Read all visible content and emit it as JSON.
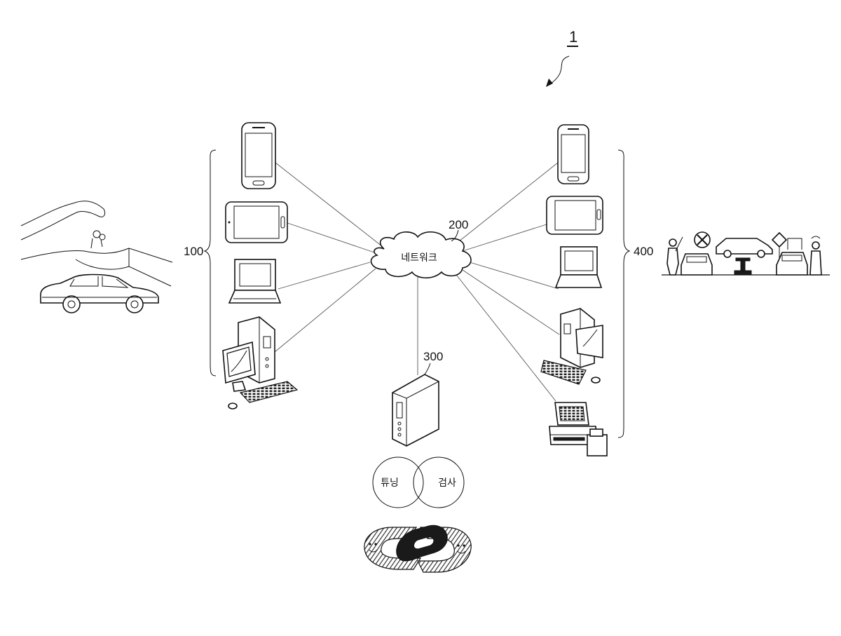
{
  "labels": {
    "system_ref": "1",
    "user_group_ref": "100",
    "network_ref": "200",
    "server_ref": "300",
    "shop_group_ref": "400"
  },
  "network_label": "네트워크",
  "venn": {
    "left": "튜닝",
    "right": "검사"
  },
  "icons": {
    "left_group": [
      "smartphone-icon",
      "tablet-icon",
      "laptop-icon",
      "desktop-computer-icon"
    ],
    "right_group": [
      "smartphone-icon",
      "tablet-icon",
      "laptop-icon",
      "desktop-computer-icon",
      "pos-terminal-icon"
    ],
    "server": "server-tower-icon",
    "customer": [
      "car-key-handover-icon",
      "sedan-car-icon"
    ],
    "shop": [
      "mechanic-icon",
      "car-lift-icon",
      "parking-sign-icon"
    ],
    "bottom": "linked-chain-icon"
  }
}
